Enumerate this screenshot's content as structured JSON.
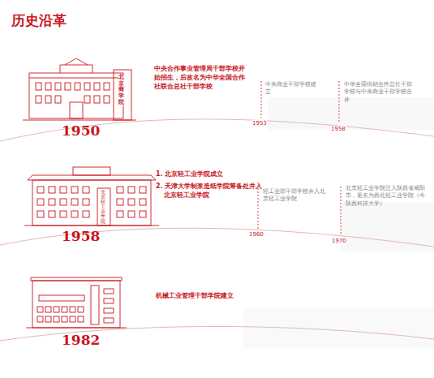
{
  "diagram": {
    "title": "历史沿革",
    "labels": [
      "中央合作事业管理局干部学校开始招生，后改名为中华全国合作社联合总社干部学校",
      "北京商学院",
      "1950",
      "中央商业干部学校建立",
      "1953",
      "中华全国供销合作总社干部学校与中央商业干部学校合并",
      "1958",
      "1. 北京轻工业学院成立",
      "2. 天津大学制浆造纸学院筹备处并入北京轻工业学院",
      "北京轻工业学院",
      "1958",
      "轻工业部干部学校并入北京轻工业学院",
      "1960",
      "北京轻工业学院迁入陕西省咸阳市，更名为西北轻工业学院（今陕西科技大学）",
      "1970",
      "机械工业管理干部学院建立",
      "1982"
    ]
  }
}
